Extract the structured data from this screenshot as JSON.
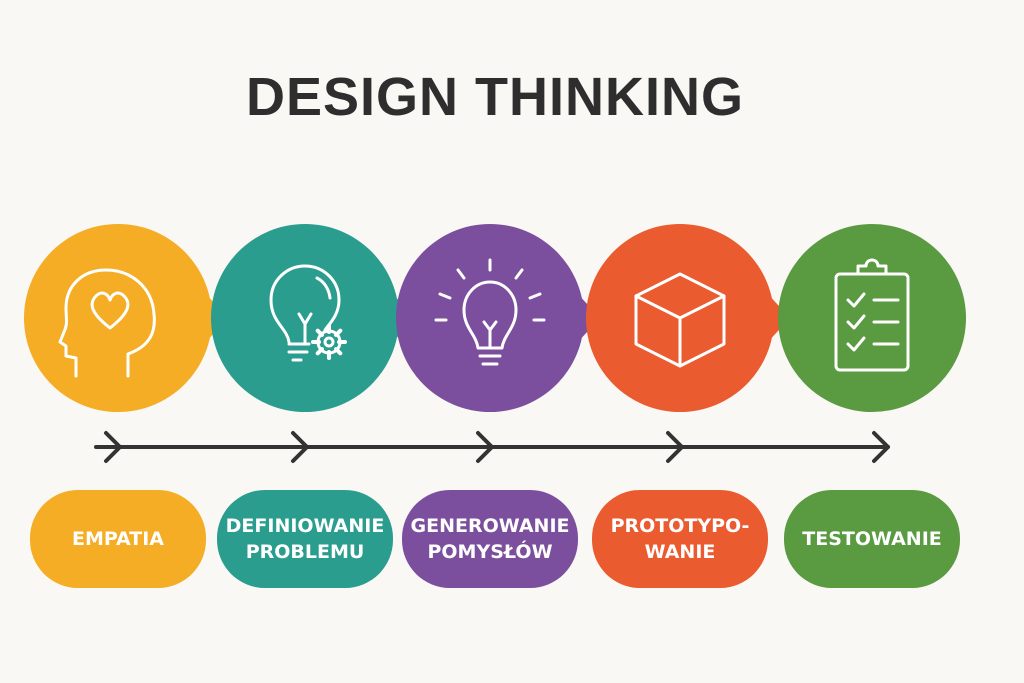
{
  "title": "DESIGN THINKING",
  "stages": [
    {
      "id": "empatia",
      "label": "EMPATIA",
      "icon": "head-heart-icon",
      "color": "#f4ad24"
    },
    {
      "id": "definiowanie",
      "label": "DEFINIOWANIE\nPROBLEMU",
      "icon": "lightbulb-gear-icon",
      "color": "#2a9d8f"
    },
    {
      "id": "generowanie",
      "label": "GENEROWANIE\nPOMYSŁÓW",
      "icon": "lightbulb-rays-icon",
      "color": "#7b4f9e"
    },
    {
      "id": "prototypowanie",
      "label": "PROTOTYPO-\nWANIE",
      "icon": "cube-icon",
      "color": "#ea5b30"
    },
    {
      "id": "testowanie",
      "label": "TESTOWANIE",
      "icon": "clipboard-checklist-icon",
      "color": "#5a9a41"
    }
  ],
  "timeline": {
    "color": "#333333",
    "arrow_count": 5
  }
}
